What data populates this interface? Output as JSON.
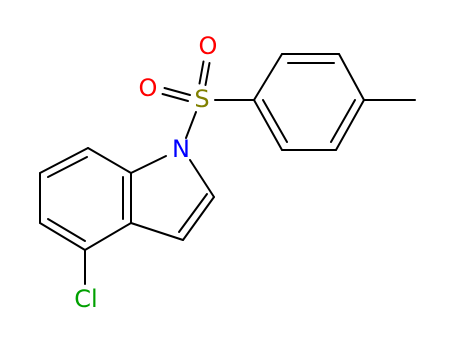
{
  "molecule": {
    "atoms": {
      "O_top": {
        "label": "O",
        "color": "#ff0000"
      },
      "O_left": {
        "label": "O",
        "color": "#ff0000"
      },
      "S": {
        "label": "S",
        "color": "#808000"
      },
      "N": {
        "label": "N",
        "color": "#0000ff"
      },
      "Cl": {
        "label": "Cl",
        "color": "#00a000"
      }
    },
    "bond_color": "#000000"
  }
}
